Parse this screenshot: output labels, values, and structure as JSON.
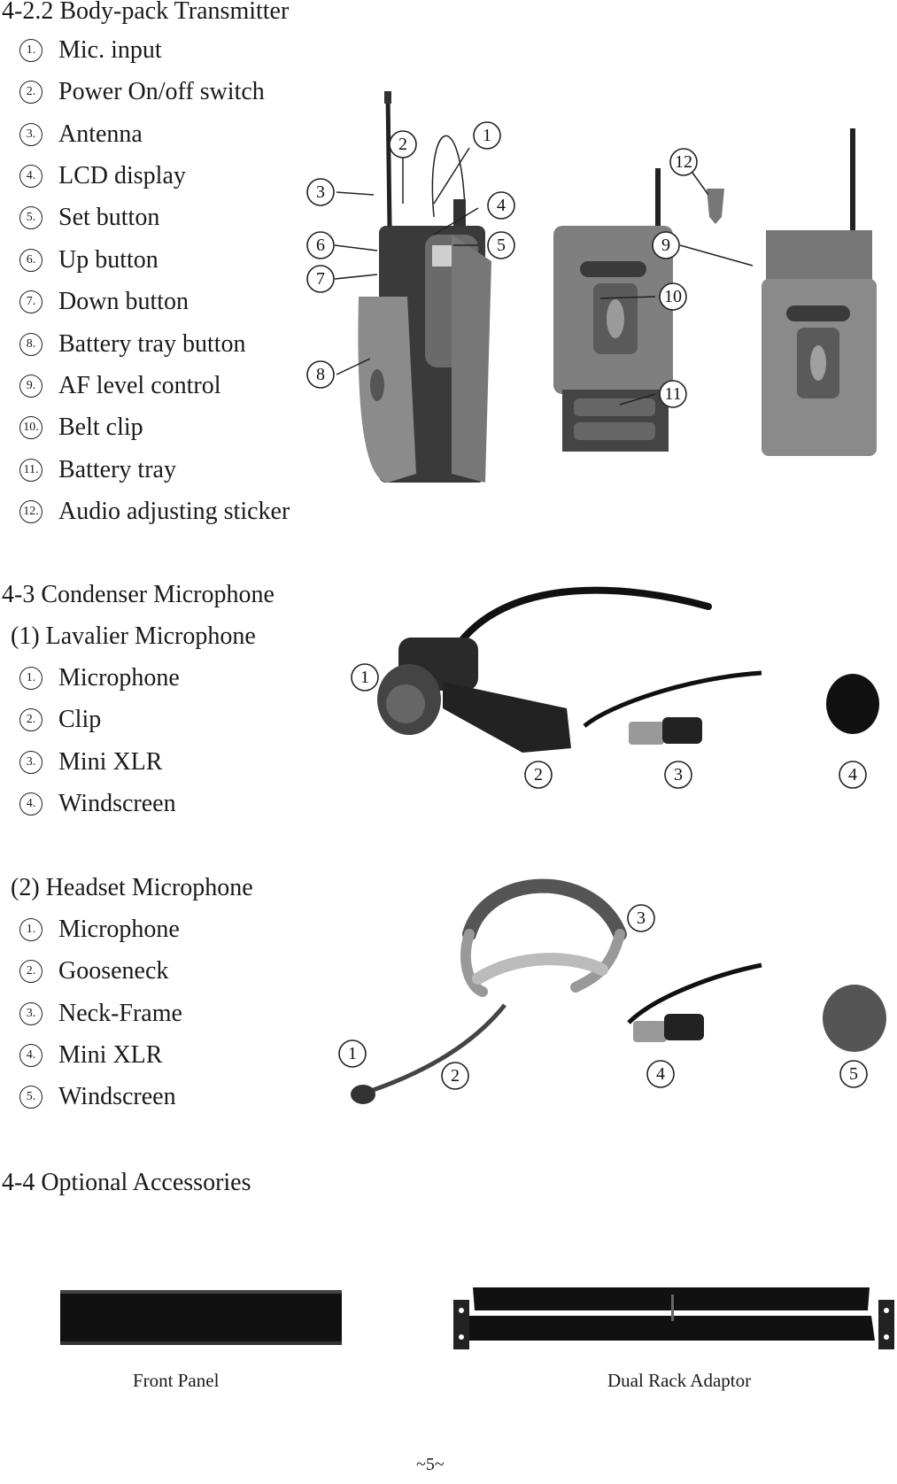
{
  "sections": {
    "bodypack": {
      "title": "4-2.2 Body-pack Transmitter",
      "items": [
        {
          "num": "1.",
          "label": "Mic. input"
        },
        {
          "num": "2.",
          "label": "Power On/off switch"
        },
        {
          "num": "3.",
          "label": "Antenna"
        },
        {
          "num": "4.",
          "label": "LCD display"
        },
        {
          "num": "5.",
          "label": "Set button"
        },
        {
          "num": "6.",
          "label": "Up button"
        },
        {
          "num": "7.",
          "label": "Down button"
        },
        {
          "num": "8.",
          "label": "Battery tray button"
        },
        {
          "num": "9.",
          "label": "AF level control"
        },
        {
          "num": "10.",
          "label": "Belt clip"
        },
        {
          "num": "11.",
          "label": "Battery tray"
        },
        {
          "num": "12.",
          "label": "Audio adjusting sticker"
        }
      ]
    },
    "condenser": {
      "title": "4-3 Condenser Microphone",
      "lavalier": {
        "title": "(1)   Lavalier Microphone",
        "items": [
          {
            "num": "1.",
            "label": "Microphone"
          },
          {
            "num": "2.",
            "label": "Clip"
          },
          {
            "num": "3.",
            "label": "Mini XLR"
          },
          {
            "num": "4.",
            "label": "Windscreen"
          }
        ]
      },
      "headset": {
        "title": "(2)   Headset Microphone",
        "items": [
          {
            "num": "1.",
            "label": "Microphone"
          },
          {
            "num": "2.",
            "label": "Gooseneck"
          },
          {
            "num": "3.",
            "label": "Neck-Frame"
          },
          {
            "num": "4.",
            "label": "Mini XLR"
          },
          {
            "num": "5.",
            "label": "Windscreen"
          }
        ]
      }
    },
    "accessories": {
      "title": "4-4 Optional Accessories",
      "front_panel": "Front Panel",
      "dual_rack": "Dual Rack Adaptor"
    }
  },
  "figure_callouts": {
    "bodypack": [
      "1",
      "2",
      "3",
      "4",
      "5",
      "6",
      "7",
      "8",
      "9",
      "10",
      "11",
      "12"
    ],
    "lavalier": [
      "1",
      "2",
      "3",
      "4"
    ],
    "headset": [
      "1",
      "2",
      "3",
      "4",
      "5"
    ]
  },
  "page_number": "~5~"
}
